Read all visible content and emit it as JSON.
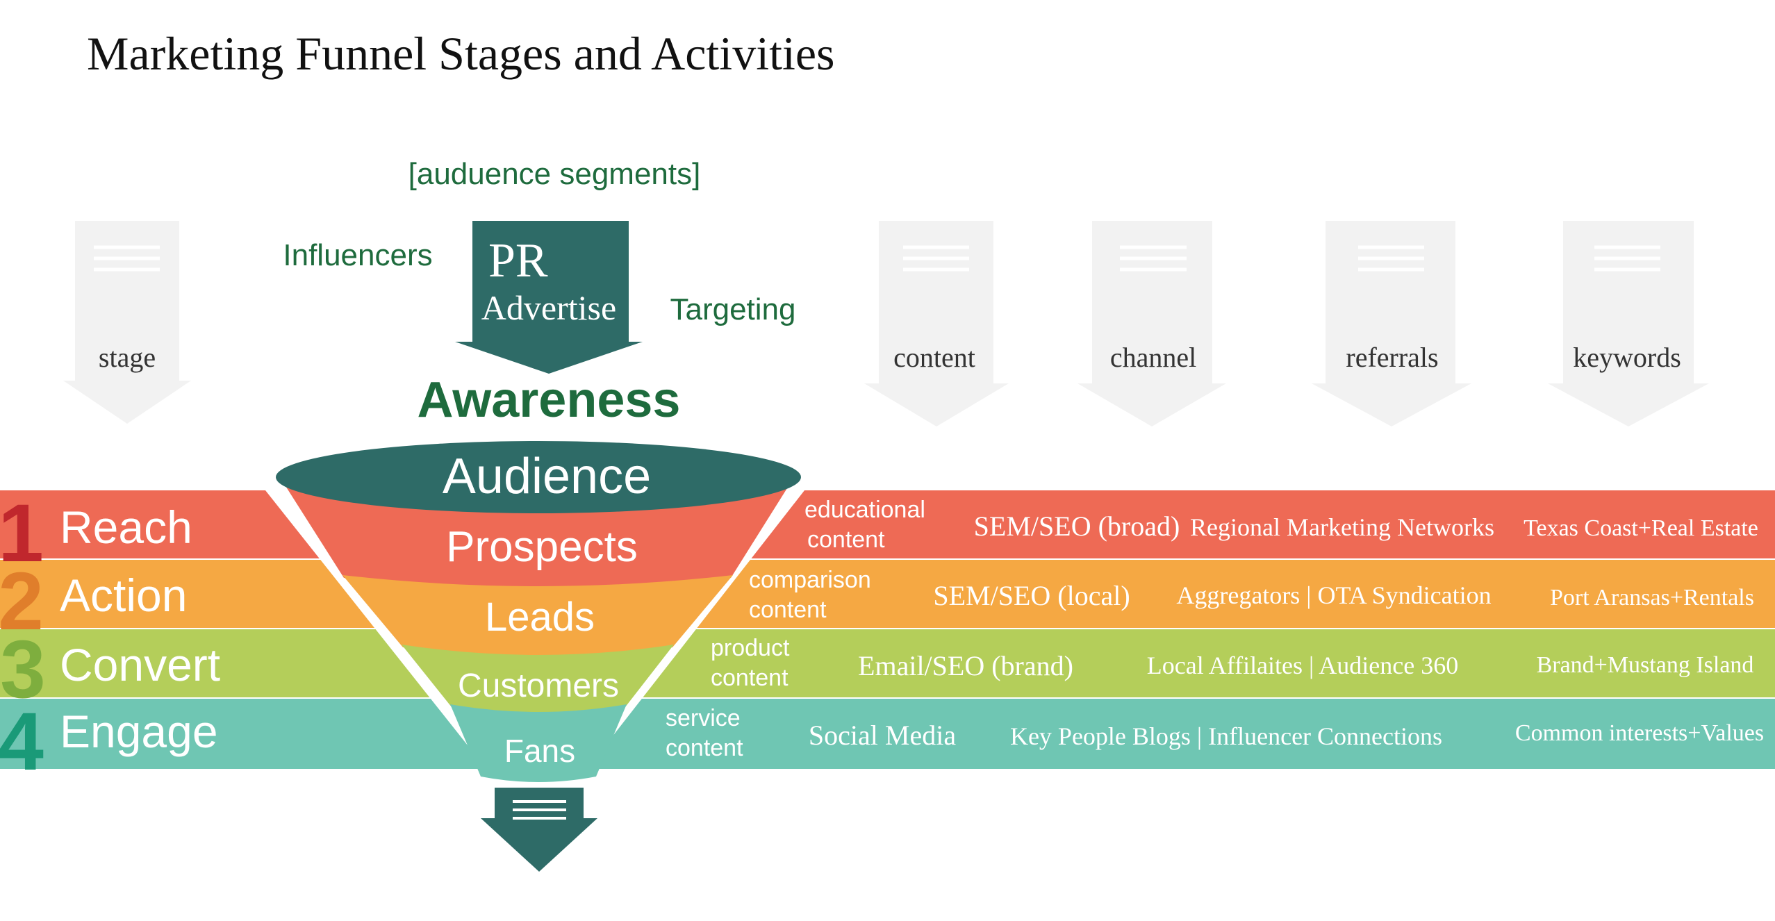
{
  "title": "Marketing Funnel Stages and Activities",
  "segments_label": "[auduence segments]",
  "input": {
    "left": "Influencers",
    "right": "Targeting",
    "line1": "PR",
    "line2": "Advertise"
  },
  "awareness": "Awareness",
  "column_headers": [
    "stage",
    "content",
    "channel",
    "referrals",
    "keywords"
  ],
  "funnel_levels": [
    "Audience",
    "Prospects",
    "Leads",
    "Customers",
    "Fans"
  ],
  "rows": [
    {
      "number": "1",
      "stage": "Reach",
      "content_line1": "educational",
      "content_line2": "content",
      "channel": "SEM/SEO (broad)",
      "referrals": "Regional Marketing Networks",
      "keywords": "Texas Coast+Real Estate"
    },
    {
      "number": "2",
      "stage": "Action",
      "content_line1": "comparison",
      "content_line2": "content",
      "channel": "SEM/SEO (local)",
      "referrals": "Aggregators | OTA Syndication",
      "keywords": "Port Aransas+Rentals"
    },
    {
      "number": "3",
      "stage": "Convert",
      "content_line1": "product",
      "content_line2": "content",
      "channel": "Email/SEO (brand)",
      "referrals": "Local Affilaites | Audience 360",
      "keywords": "Brand+Mustang Island"
    },
    {
      "number": "4",
      "stage": "Engage",
      "content_line1": "service",
      "content_line2": "content",
      "channel": "Social Media",
      "referrals": "Key People Blogs | Influencer Connections",
      "keywords": "Common interests+Values"
    }
  ],
  "colors": {
    "reach": "#EE6A55",
    "action": "#F5A843",
    "convert": "#B4CE5A",
    "engage": "#6FC6B3",
    "reach_number": "#C0272D",
    "action_number": "#E07E2B",
    "convert_number": "#7EAE3E",
    "engage_number": "#1A9A78",
    "teal_dark": "#2E6B67",
    "green_text": "#1E6B3D",
    "arrow_gray": "#F2F2F2",
    "arrow_lines": "#FFFFFF"
  }
}
